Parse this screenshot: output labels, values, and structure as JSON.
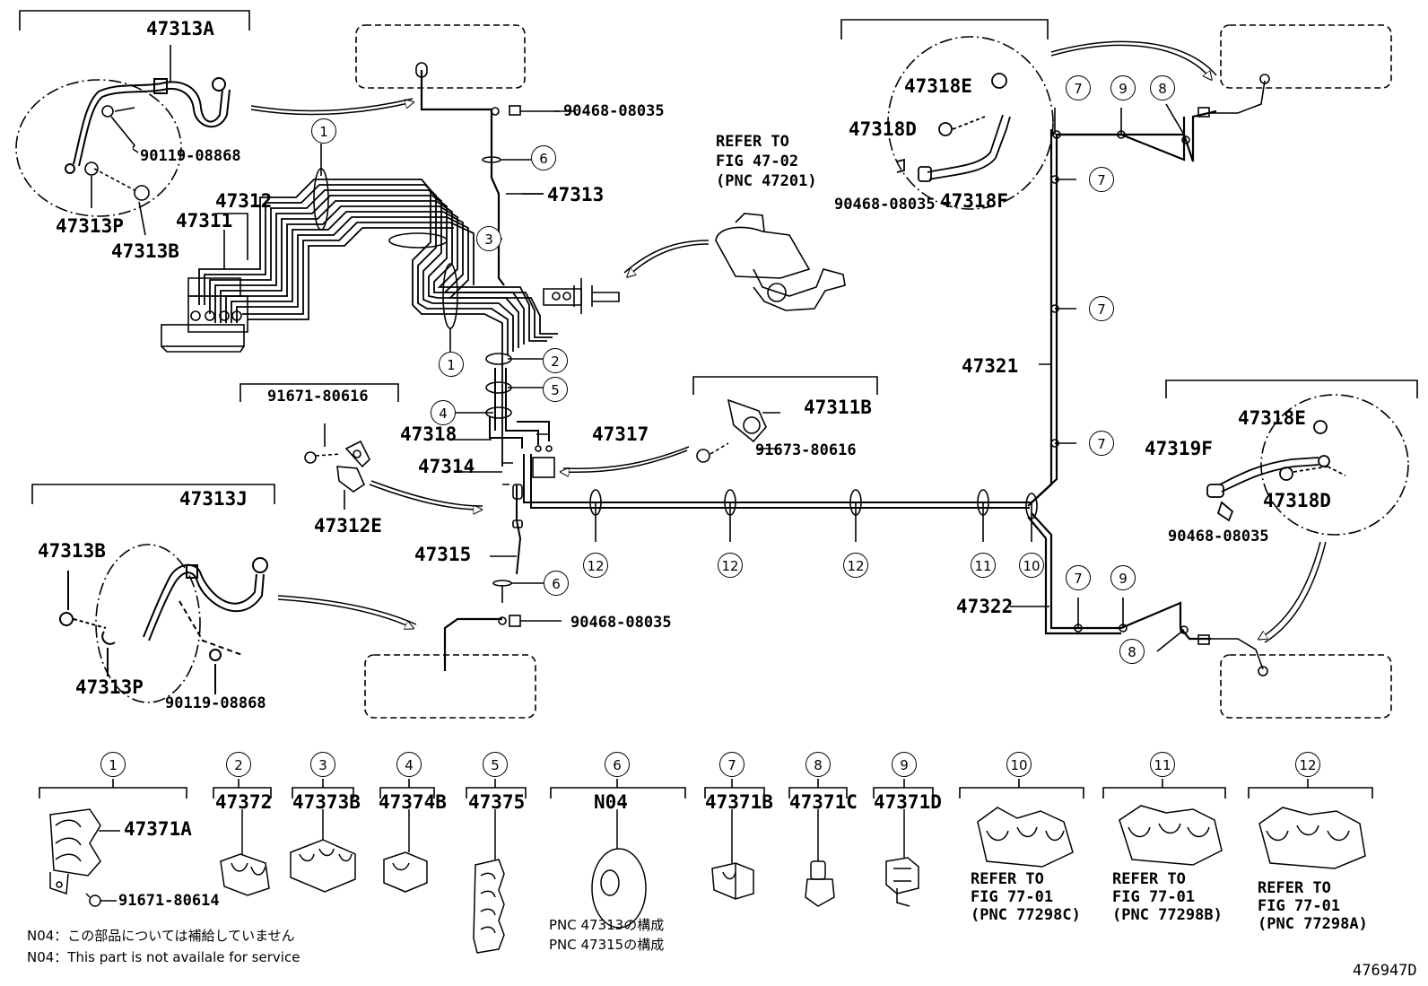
{
  "labels": {
    "p47313A": "47313A",
    "p90119_top": "90119-08868",
    "p47313P_top": "47313P",
    "p47313B_top": "47313B",
    "p47312": "47312",
    "p47311": "47311",
    "p90468_a": "90468-08035",
    "p47313": "47313",
    "refer_fig4702_l1": "REFER TO",
    "refer_fig4702_l2": "FIG 47-02",
    "refer_fig4702_l3": "(PNC 47201)",
    "p47318E_top": "47318E",
    "p47318D_top": "47318D",
    "p90468_b": "90468-08035",
    "p47318F": "47318F",
    "p47321": "47321",
    "p91671_80616": "91671-80616",
    "p47311B": "47311B",
    "p91673": "91673-80616",
    "p47318": "47318",
    "p47317": "47317",
    "p47314": "47314",
    "p47312E": "47312E",
    "p47313J": "47313J",
    "p47313B_low": "47313B",
    "p47315": "47315",
    "p90468_c": "90468-08035",
    "p47313P_low": "47313P",
    "p90119_low": "90119-08868",
    "p47318E_r": "47318E",
    "p47319F": "47319F",
    "p47318D_r": "47318D",
    "p90468_d": "90468-08035",
    "p47322": "47322"
  },
  "callouts": {
    "c1": "1",
    "c2": "2",
    "c3": "3",
    "c4": "4",
    "c5": "5",
    "c6": "6",
    "c7": "7",
    "c8": "8",
    "c9": "9",
    "c10": "10",
    "c11": "11",
    "c12": "12"
  },
  "legend": {
    "l1_part": "47371A",
    "l1_bolt": "91671-80614",
    "l2_part": "47372",
    "l3_part": "47373B",
    "l4_part": "47374B",
    "l5_part": "47375",
    "l6_part": "N04",
    "l6_note1": "PNC 47313の構成",
    "l6_note2": "PNC 47315の構成",
    "l7_part": "47371B",
    "l8_part": "47371C",
    "l9_part": "47371D",
    "l10_ref1": "REFER TO",
    "l10_ref2": "FIG 77-01",
    "l10_ref3": "(PNC 77298C)",
    "l11_ref1": "REFER TO",
    "l11_ref2": "FIG 77-01",
    "l11_ref3": "(PNC 77298B)",
    "l12_ref1": "REFER TO",
    "l12_ref2": "FIG 77-01",
    "l12_ref3": "(PNC 77298A)"
  },
  "notes": {
    "jp": "N04：この部品については補給していません",
    "en": "N04：This part is not availale for service"
  },
  "figure_id": "476947D"
}
